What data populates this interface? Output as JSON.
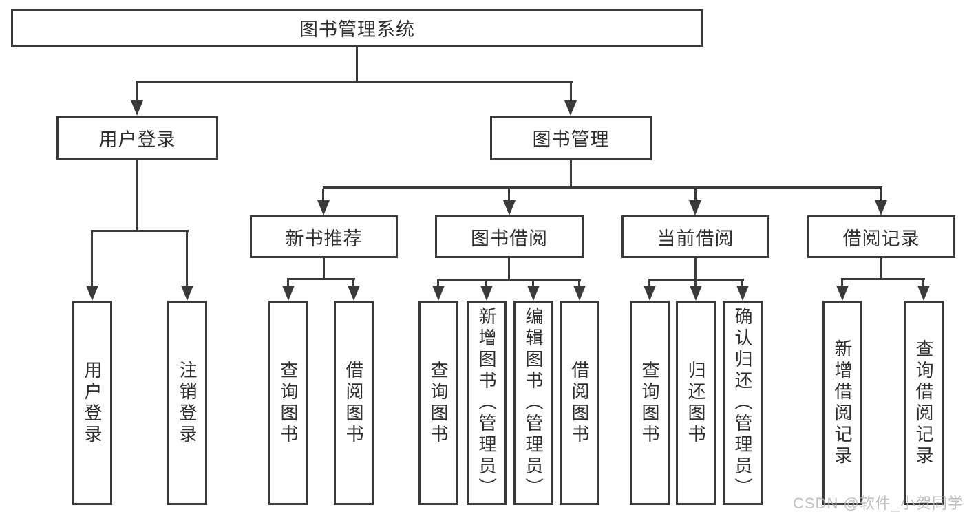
{
  "colors": {
    "line": "#3a3a3a",
    "text": "#2e2e2e",
    "watermark": "#b5b5b5",
    "background": "#ffffff"
  },
  "watermark": {
    "text": "CSDN @软件_小贺同学"
  },
  "tree": {
    "root": {
      "label": "图书管理系统"
    },
    "groups": [
      {
        "label": "用户登录",
        "children": [
          {
            "label": "用户登录"
          },
          {
            "label": "注销登录"
          }
        ]
      },
      {
        "label": "图书管理",
        "children": [
          {
            "label": "新书推荐",
            "children": [
              {
                "label": "查询图书"
              },
              {
                "label": "借阅图书"
              }
            ]
          },
          {
            "label": "图书借阅",
            "children": [
              {
                "label": "查询图书"
              },
              {
                "label": "新增图书（管理员）"
              },
              {
                "label": "编辑图书（管理员）"
              },
              {
                "label": "借阅图书"
              }
            ]
          },
          {
            "label": "当前借阅",
            "children": [
              {
                "label": "查询图书"
              },
              {
                "label": "归还图书"
              },
              {
                "label": "确认归还（管理员）"
              }
            ]
          },
          {
            "label": "借阅记录",
            "children": [
              {
                "label": "新增借阅记录"
              },
              {
                "label": "查询借阅记录"
              }
            ]
          }
        ]
      }
    ]
  }
}
